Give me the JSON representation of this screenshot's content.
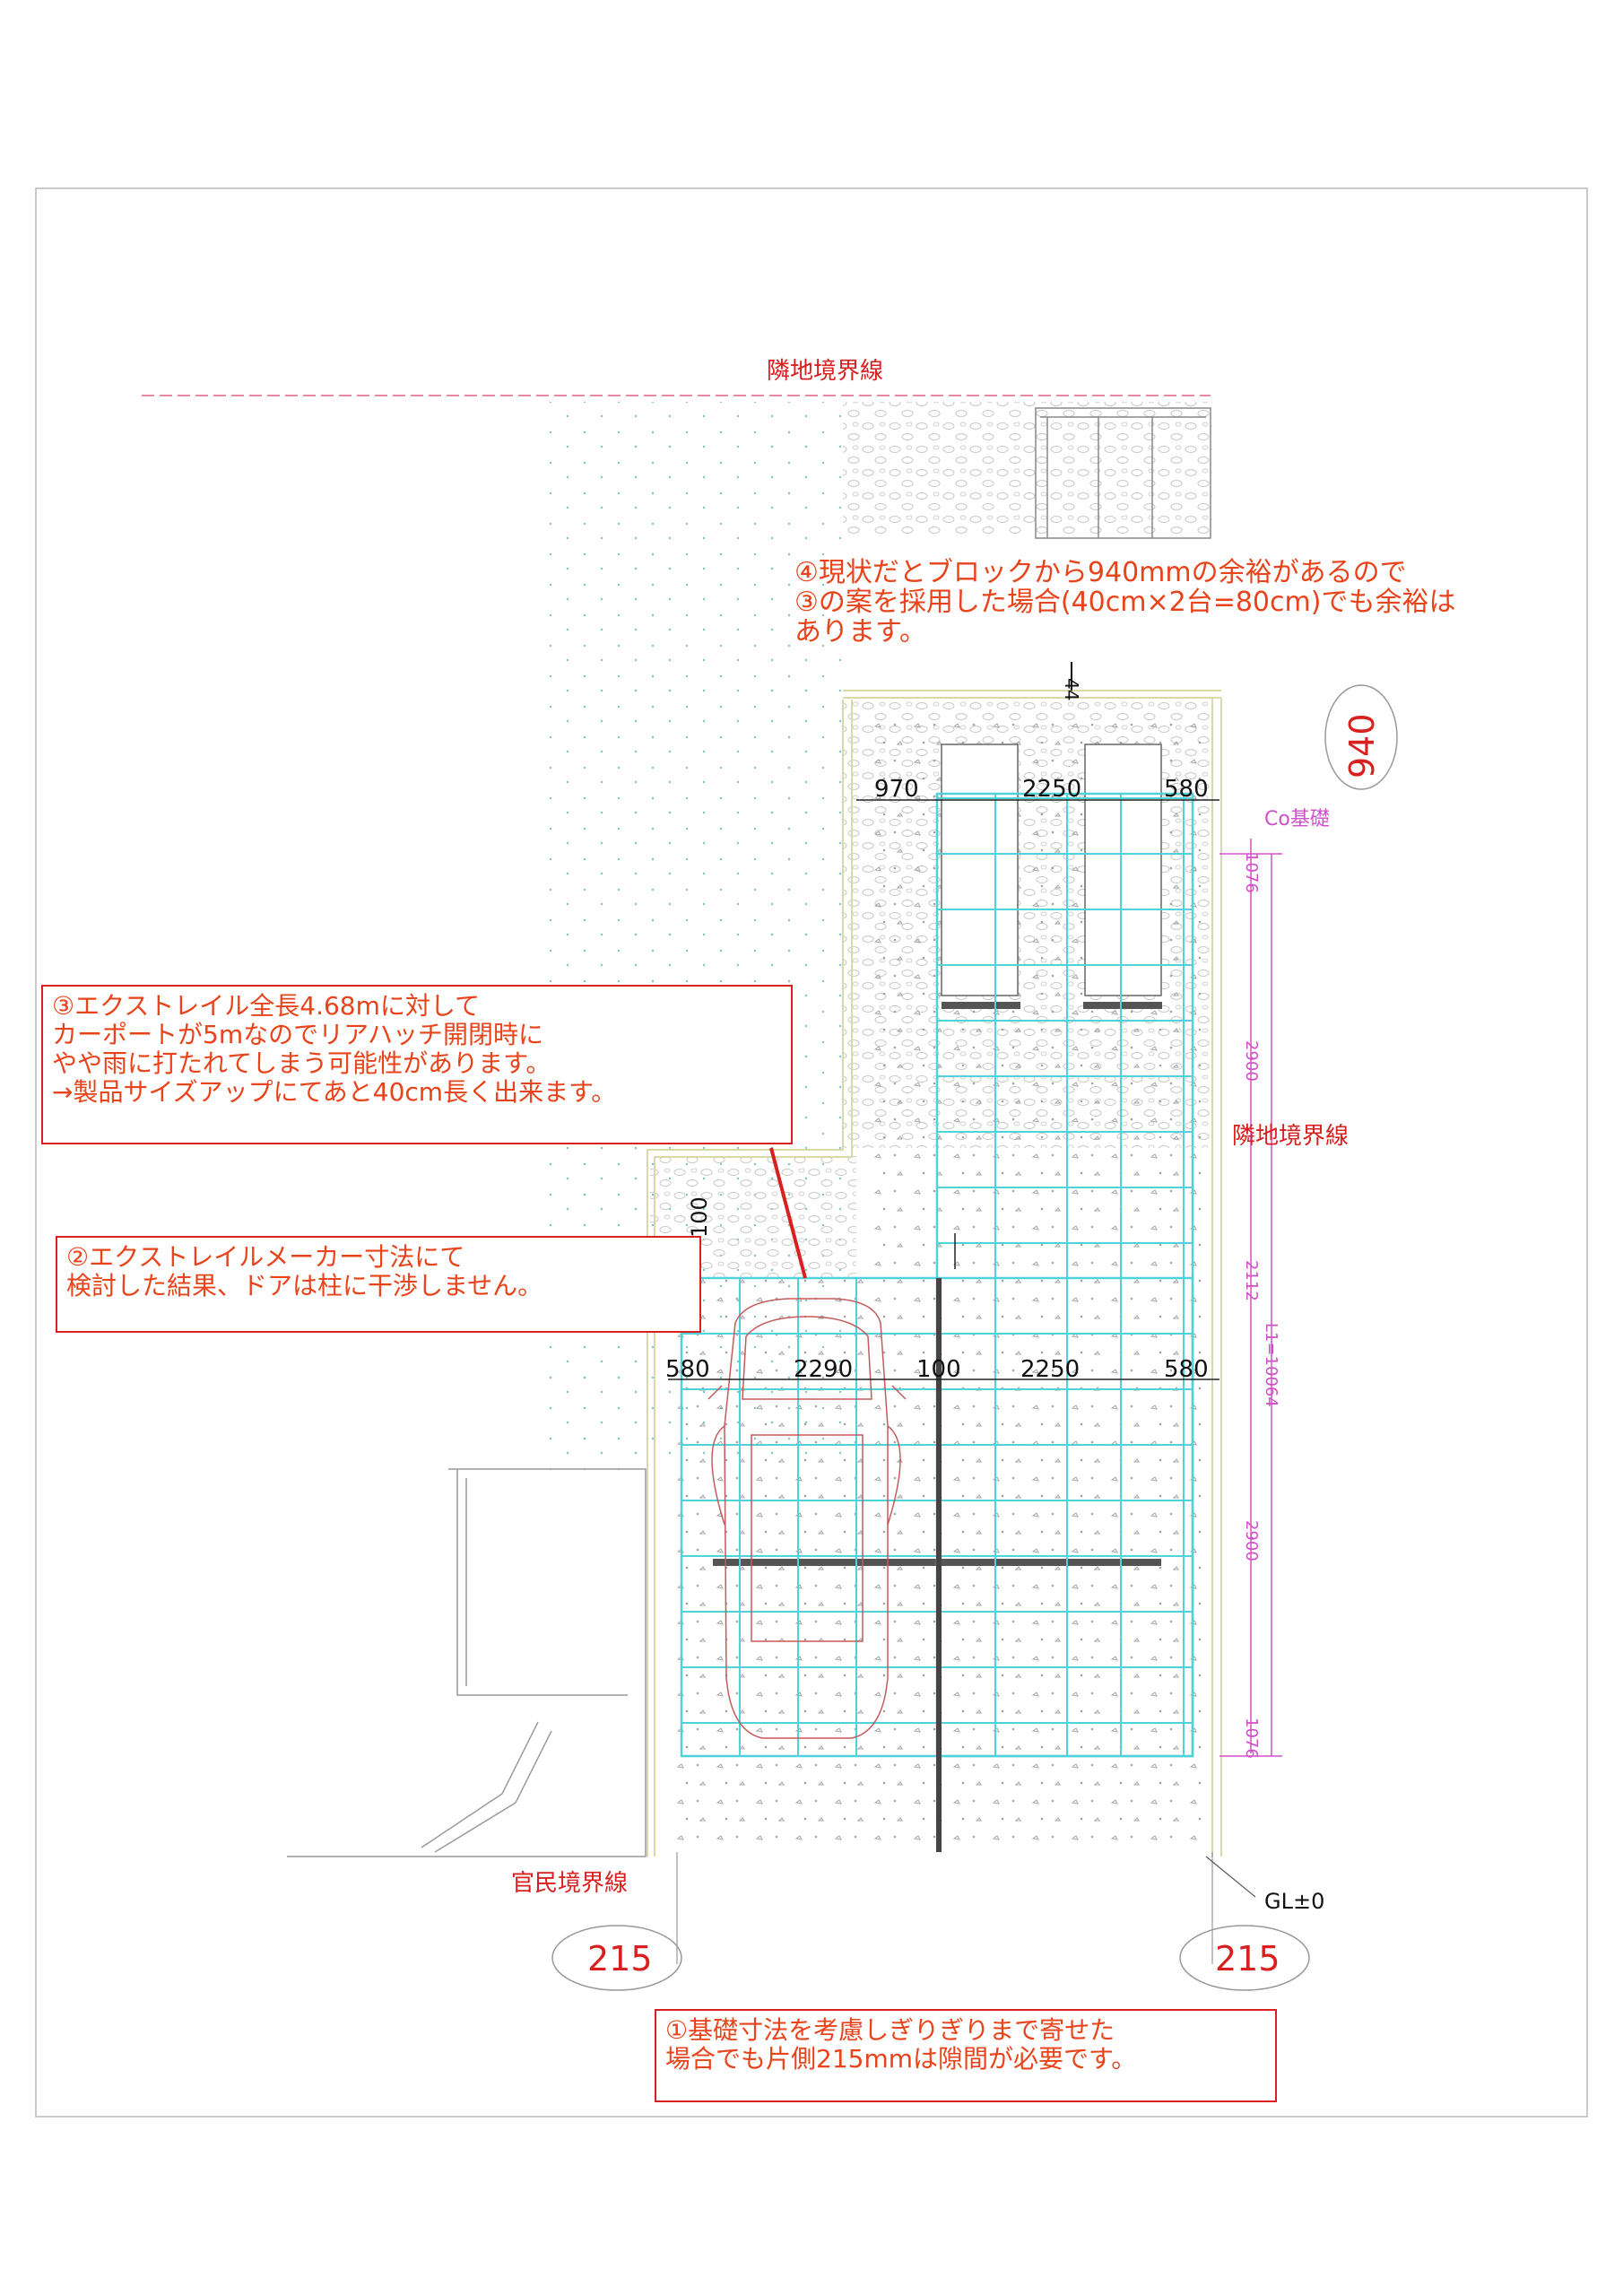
{
  "labels": {
    "boundary_top": "隣地境界線",
    "boundary_right": "隣地境界線",
    "boundary_bottom": "官民境界線",
    "co_foundation": "Co基礎",
    "gl": "GL±0"
  },
  "dims_top": [
    "970",
    "2250",
    "580"
  ],
  "dims_bottom": [
    "580",
    "2290",
    "100",
    "2250",
    "580"
  ],
  "dim_left": "100",
  "dim_top_small": "44",
  "circles": {
    "top_right": "940",
    "bottom_left": "215",
    "bottom_right": "215"
  },
  "vertical_dims": [
    "1076",
    "2900",
    "2112",
    "L1=10064",
    "2900",
    "1076"
  ],
  "notes": {
    "note4": [
      "④現状だとブロックから940mmの余裕があるので",
      "③の案を採用した場合(40cm×2台=80cm)でも余裕は",
      "あります。"
    ],
    "note3": [
      "③エクストレイル全長4.68mに対して",
      "カーポートが5mなのでリアハッチ開閉時に",
      "やや雨に打たれてしまう可能性があります。",
      "→製品サイズアップにてあと40cm長く出来ます。"
    ],
    "note2": [
      "②エクストレイルメーカー寸法にて",
      "検討した結果、ドアは柱に干渉しません。"
    ],
    "note1": [
      "①基礎寸法を考慮しぎりぎりまで寄せた",
      "場合でも片側215mmは隙間が必要です。"
    ]
  },
  "colors": {
    "accent": "#e8431a",
    "grid": "#4fd2d8",
    "dim_magenta": "#d050c8"
  }
}
